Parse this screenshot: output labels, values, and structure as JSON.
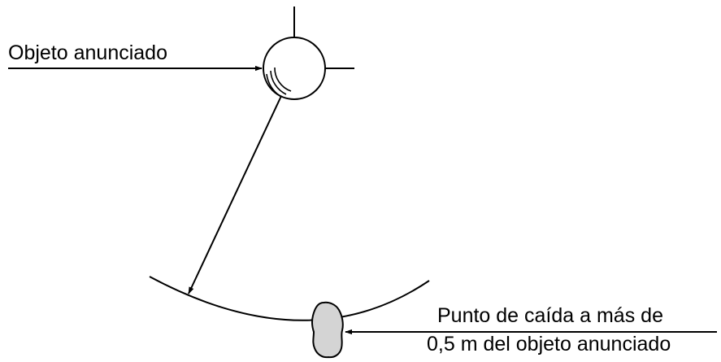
{
  "labels": {
    "announced_object": "Objeto anunciado",
    "fall_point_line1": "Punto de caída a más de",
    "fall_point_line2": "0,5 m del objeto anunciado"
  },
  "colors": {
    "stroke": "#000000",
    "background": "#ffffff",
    "fall_point_fill": "#d4d4d4"
  }
}
